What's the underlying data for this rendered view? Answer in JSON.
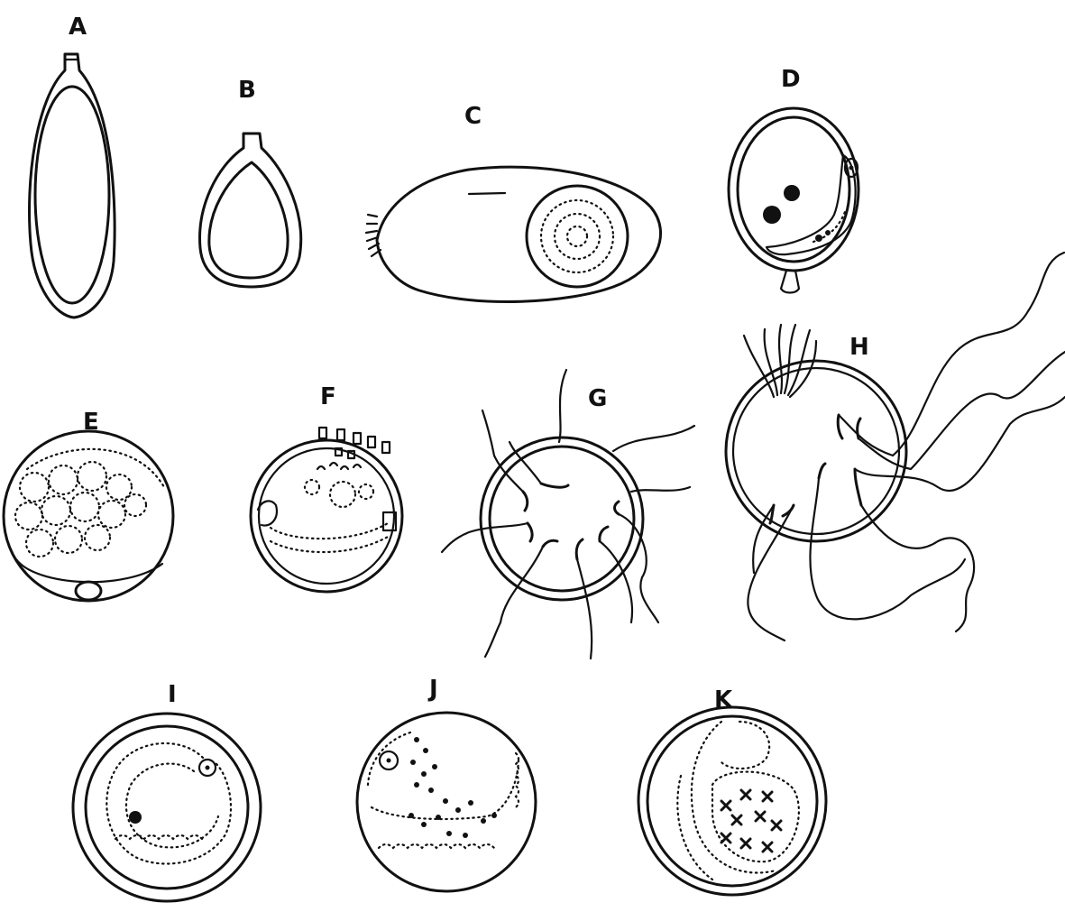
{
  "panels": [
    {
      "key": "A",
      "label": "A"
    },
    {
      "key": "B",
      "label": "B"
    },
    {
      "key": "C",
      "label": "C"
    },
    {
      "key": "D",
      "label": "D"
    },
    {
      "key": "E",
      "label": "E"
    },
    {
      "key": "F",
      "label": "F"
    },
    {
      "key": "G",
      "label": "G"
    },
    {
      "key": "H",
      "label": "H"
    },
    {
      "key": "I",
      "label": "I"
    },
    {
      "key": "J",
      "label": "J"
    },
    {
      "key": "K",
      "label": "K"
    }
  ],
  "colors": {
    "ink": "#111111",
    "paper": "#ffffff"
  }
}
